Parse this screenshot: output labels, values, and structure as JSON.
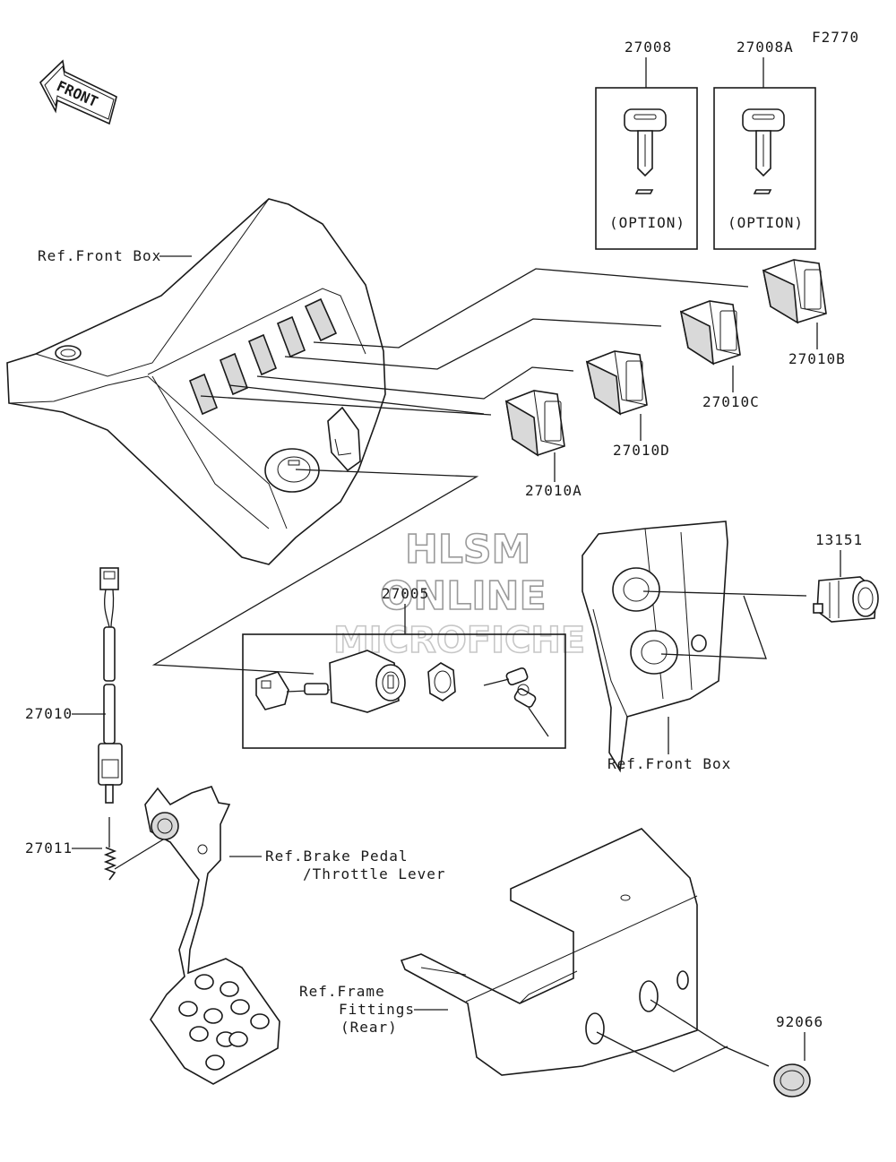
{
  "figure_code": "F2770",
  "front_arrow": "FRONT",
  "watermark": {
    "line1": "HLSM",
    "line2": "ONLINE",
    "line3": "MICROFICHE"
  },
  "key_boxes": [
    {
      "part": "27008",
      "note": "(OPTION)"
    },
    {
      "part": "27008A",
      "note": "(OPTION)"
    }
  ],
  "labels": {
    "ref_front_box_top": "Ref.Front Box",
    "ref_front_box_right": "Ref.Front Box",
    "ref_brake_line1": "Ref.Brake Pedal",
    "ref_brake_line2": "/Throttle Lever",
    "ref_frame_line1": "Ref.Frame",
    "ref_frame_line2": "Fittings",
    "ref_frame_line3": "(Rear)"
  },
  "parts": {
    "p27010A": "27010A",
    "p27010B": "27010B",
    "p27010C": "27010C",
    "p27010D": "27010D",
    "p27005": "27005",
    "p13151": "13151",
    "p27010": "27010",
    "p27011": "27011",
    "p92066": "92066"
  }
}
